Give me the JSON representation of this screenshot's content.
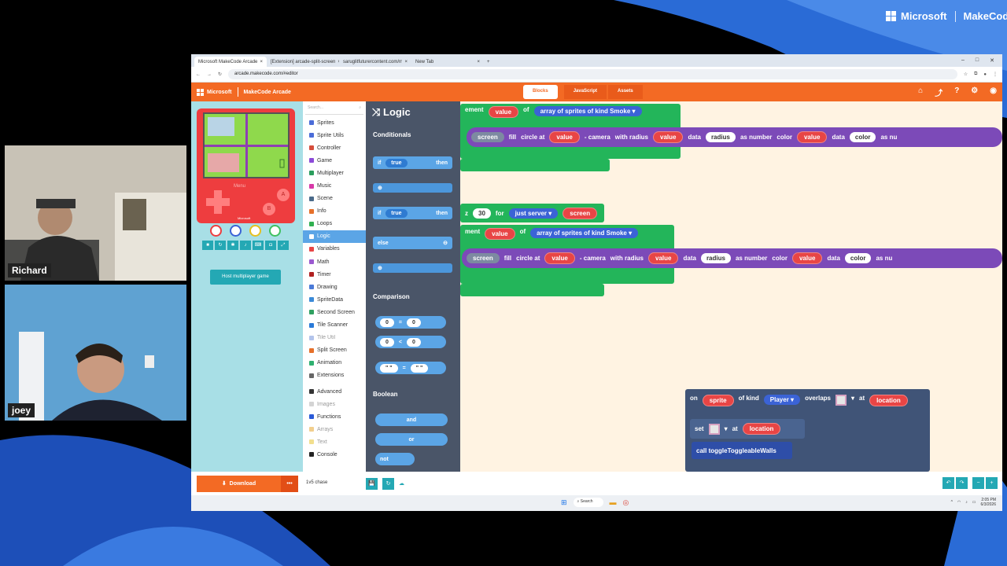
{
  "brand": {
    "company": "Microsoft",
    "product": "MakeCode"
  },
  "participants": [
    {
      "name": "Richard"
    },
    {
      "name": "joey"
    }
  ],
  "browser": {
    "tabs": [
      {
        "label": "Microsoft MakeCode Arcade",
        "active": true
      },
      {
        "label": "[Extension] arcade-split-screen"
      },
      {
        "label": "saruglitfuturercontent.com/rr"
      },
      {
        "label": "New Tab"
      }
    ],
    "new_tab": "+",
    "url": "arcade.makecode.com/#editor"
  },
  "header": {
    "ms": "Microsoft",
    "app": "MakeCode Arcade",
    "modes": [
      "Blocks",
      "JavaScript",
      "Assets"
    ],
    "accent": "#f36a24"
  },
  "simulator": {
    "menu": "Menu",
    "a": "A",
    "b": "B",
    "maker": "Microsoft",
    "host_button": "Host multiplayer game"
  },
  "search": {
    "placeholder": "Search..."
  },
  "categories": [
    {
      "label": "Sprites",
      "color": "#4b6cd8"
    },
    {
      "label": "Sprite Utils",
      "color": "#4b6cd8"
    },
    {
      "label": "Controller",
      "color": "#d64d3b"
    },
    {
      "label": "Game",
      "color": "#8c4ad8"
    },
    {
      "label": "Multiplayer",
      "color": "#2a9d5c"
    },
    {
      "label": "Music",
      "color": "#d838a8"
    },
    {
      "label": "Scene",
      "color": "#4a6a8a"
    },
    {
      "label": "Info",
      "color": "#e6702a"
    },
    {
      "label": "Loops",
      "color": "#30b050"
    },
    {
      "label": "Logic",
      "color": "#5ba5e6",
      "selected": true
    },
    {
      "label": "Variables",
      "color": "#e84545"
    },
    {
      "label": "Math",
      "color": "#9b59d0"
    },
    {
      "label": "Timer",
      "color": "#b02020"
    },
    {
      "label": "Drawing",
      "color": "#4a7ad8"
    },
    {
      "label": "SpriteData",
      "color": "#3b8ad8"
    },
    {
      "label": "Second Screen",
      "color": "#2fa060"
    },
    {
      "label": "Tile Scanner",
      "color": "#2a7ad8"
    },
    {
      "label": "Tile Util",
      "color": "#6a8ad8",
      "dim": true
    },
    {
      "label": "Split Screen",
      "color": "#e6702a"
    },
    {
      "label": "Animation",
      "color": "#2fb070"
    },
    {
      "label": "Extensions",
      "color": "#666666"
    },
    {
      "label": "Advanced",
      "color": "#333333",
      "gap": true
    },
    {
      "label": "Images",
      "color": "#aaaaaa",
      "dim": true
    },
    {
      "label": "Functions",
      "color": "#2a5ad8"
    },
    {
      "label": "Arrays",
      "color": "#e6a020",
      "dim": true
    },
    {
      "label": "Text",
      "color": "#e6c020",
      "dim": true
    },
    {
      "label": "Console",
      "color": "#222222"
    }
  ],
  "flyout": {
    "title": "Logic",
    "sections": {
      "conditionals": "Conditionals",
      "comparison": "Comparison",
      "boolean": "Boolean"
    },
    "kw": {
      "if": "if",
      "then": "then",
      "else": "else",
      "true": "true",
      "and": "and",
      "or": "or",
      "not": "not"
    },
    "cmp": {
      "zero": "0",
      "eq": "=",
      "lt": "<"
    }
  },
  "workspace": {
    "w_element": "ement",
    "w_element2": "ment",
    "w_value": "value",
    "w_of": "of",
    "w_array": "array of sprites of kind",
    "w_smoke": "Smoke",
    "w_screen": "screen",
    "w_fill": "fill",
    "w_circle": "circle at",
    "w_minus_camera": "- camera",
    "w_with_radius": "with radius",
    "w_data": "data",
    "w_radius": "radius",
    "w_as_number": "as number",
    "w_color": "color",
    "w_color_str": "color",
    "w_as_nu": "as nu",
    "w_z": "z",
    "w_thirty": "30",
    "w_for": "for",
    "w_just_server": "just server",
    "w_on": "on",
    "w_sprite": "sprite",
    "w_of_kind": "of kind",
    "w_player": "Player",
    "w_overlaps": "overlaps",
    "w_at": "at",
    "w_location": "location",
    "w_set": "set",
    "w_call": "call toggleToggleableWalls"
  },
  "footer": {
    "download": "Download",
    "more": "•••",
    "project_name": "1v5 chase"
  },
  "taskbar": {
    "search": "Search",
    "time": "2:05 PM",
    "date": "6/3/2026"
  }
}
